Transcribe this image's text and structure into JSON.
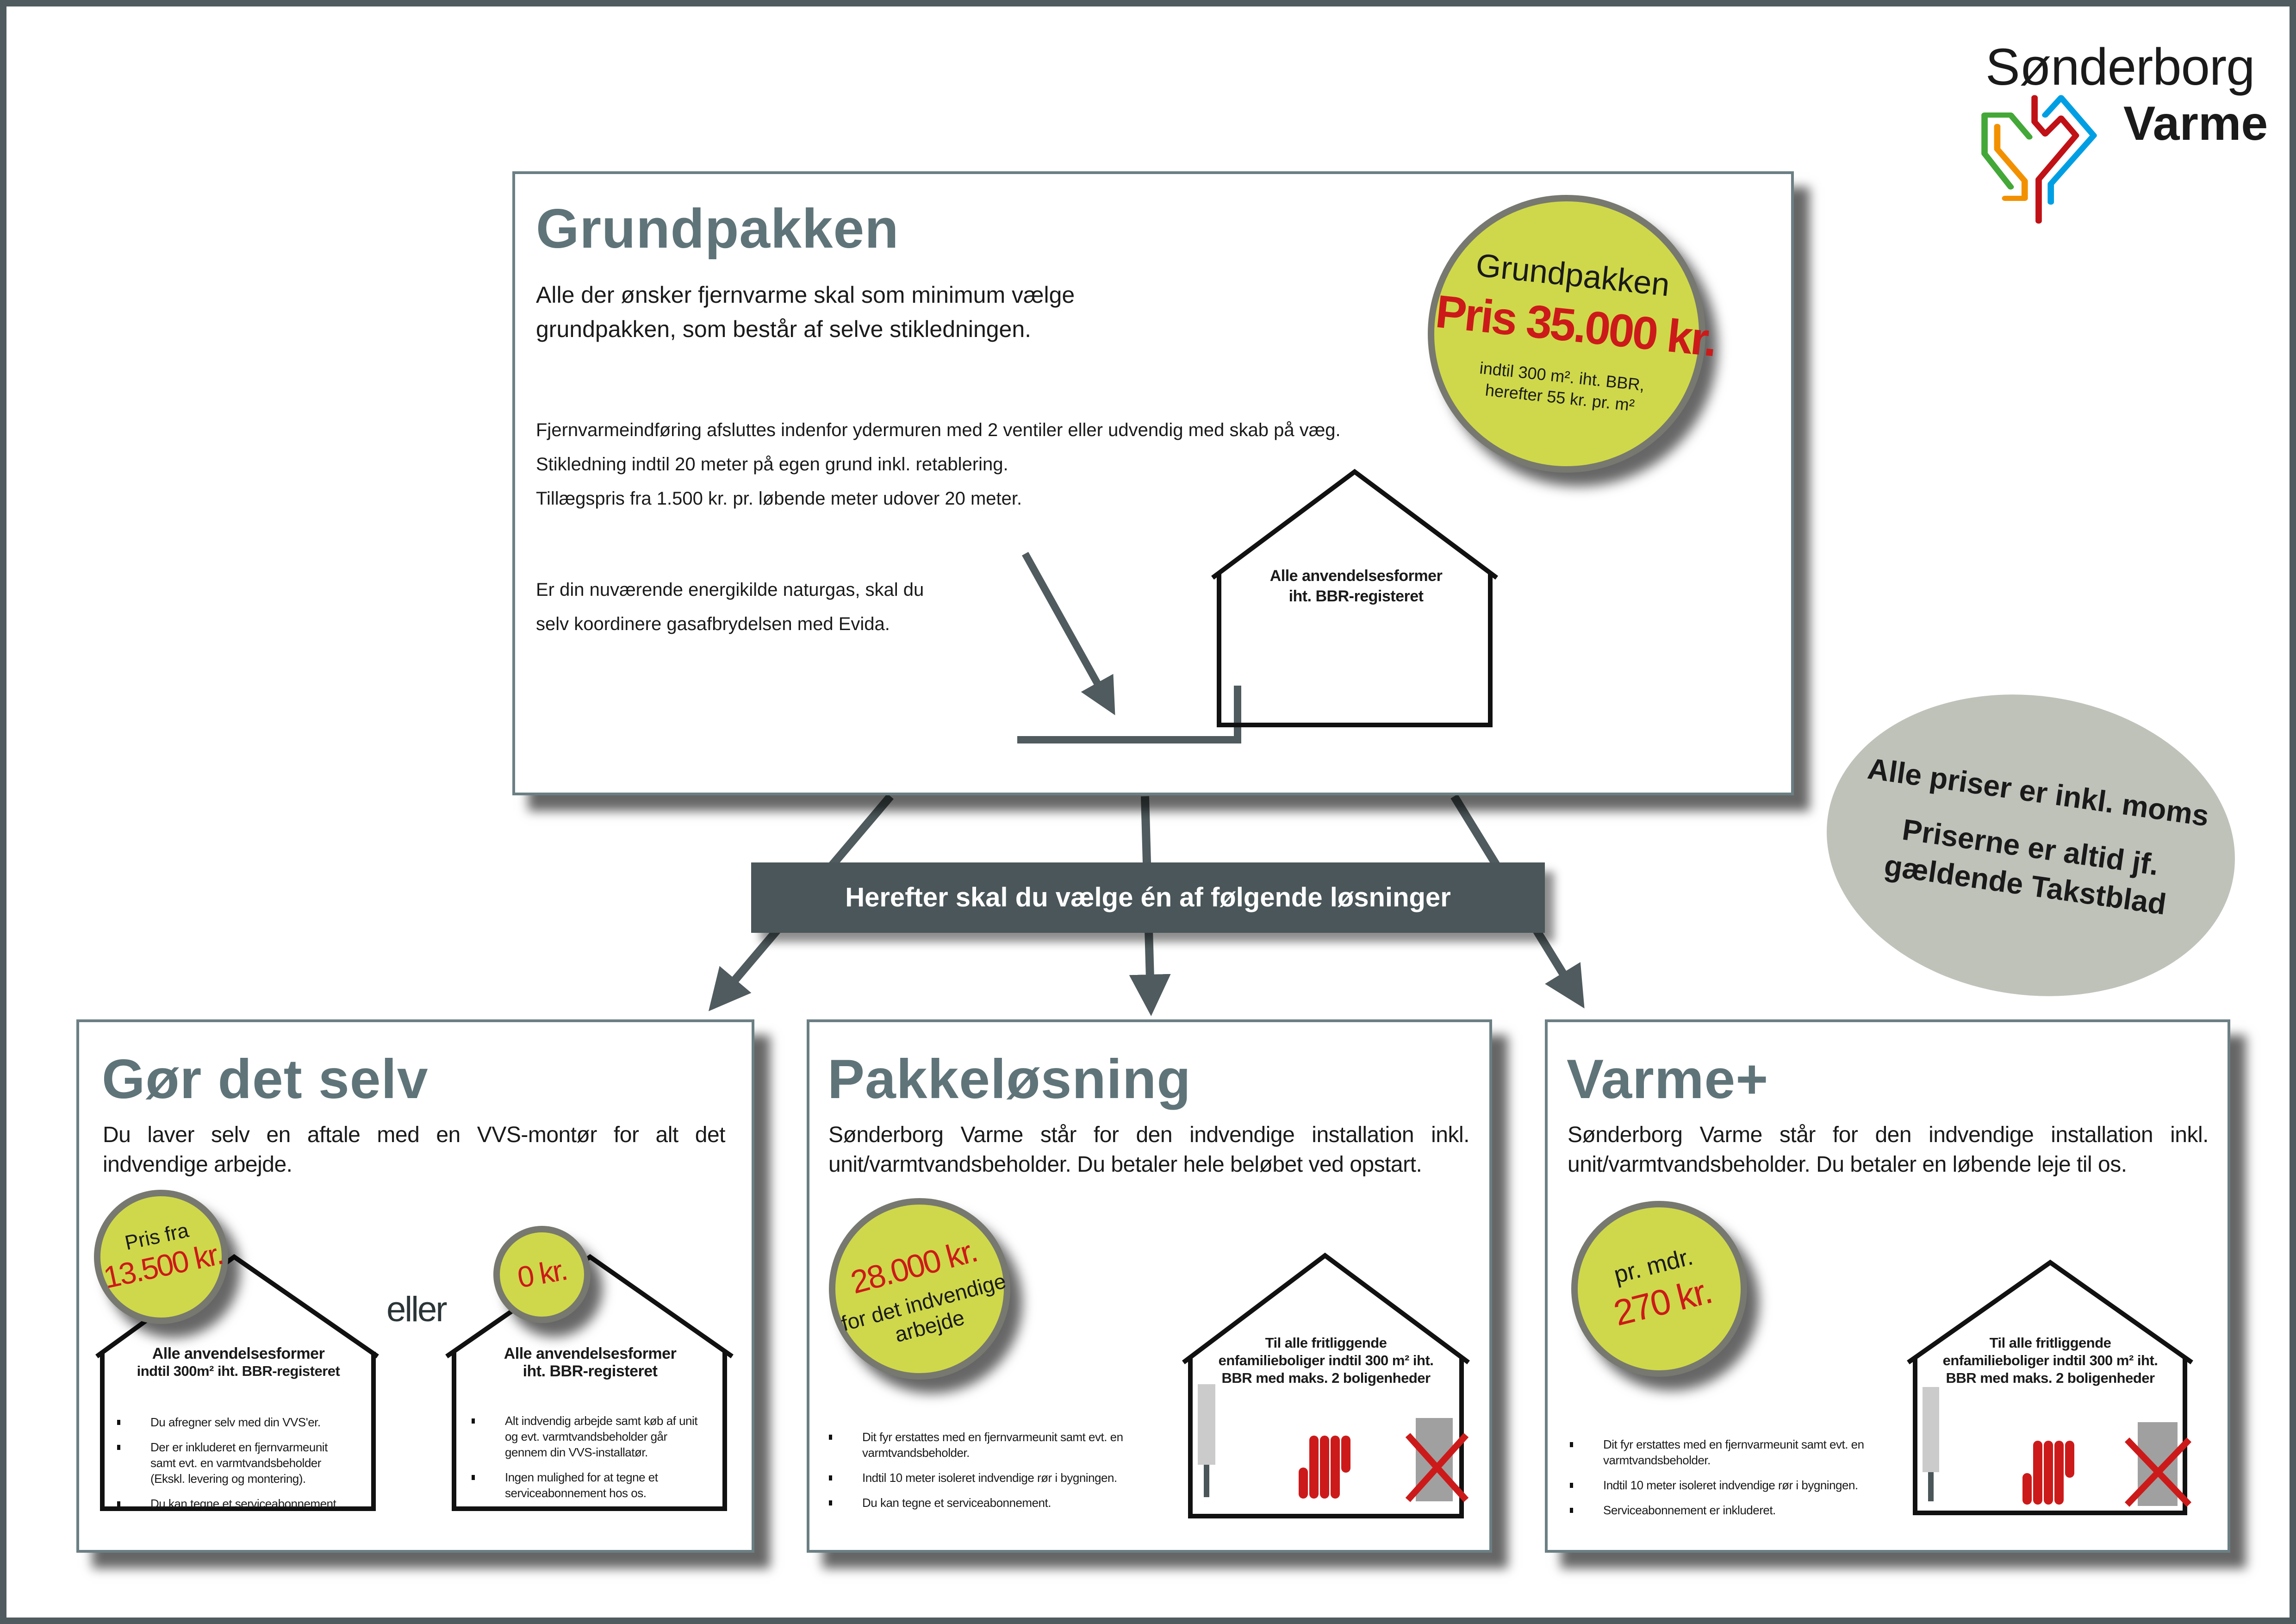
{
  "logo": {
    "line1": "Sønderborg",
    "line2": "Varme"
  },
  "grundpakken": {
    "title": "Grundpakken",
    "intro": "Alle der ønsker fjernvarme skal som minimum vælge grundpakken, som består af selve stikledningen.",
    "details": [
      "Fjernvarmeindføring afsluttes indenfor ydermuren med 2 ventiler eller udvendig med skab på væg.",
      "Stikledning indtil 20 meter på egen grund inkl. retablering.",
      "Tillægspris fra 1.500 kr. pr. løbende meter udover 20 meter."
    ],
    "naturgas": [
      "Er din nuværende energikilde naturgas, skal du",
      "selv koordinere gasafbrydelsen med Evida."
    ],
    "house_label": [
      "Alle anvendelsesformer",
      "iht. BBR-registeret"
    ],
    "badge": {
      "title": "Grundpakken",
      "price": "Pris 35.000 kr.",
      "note": [
        "indtil 300 m². iht. BBR,",
        "herefter 55 kr. pr. m²"
      ]
    }
  },
  "price_note": {
    "lines": [
      "Alle priser er inkl. moms",
      "Priserne er altid jf.",
      "gældende Takstblad"
    ]
  },
  "banner": "Herefter skal du vælge én af følgende løsninger",
  "options": [
    {
      "title": "Gør det selv",
      "description": "Du laver selv en aftale med en VVS-montør for alt det indvendige arbejde.",
      "or_label": "eller",
      "variant_a": {
        "badge": [
          "Pris fra",
          "13.500 kr."
        ],
        "house_label": [
          "Alle anvendelsesformer",
          "indtil 300m² iht. BBR-registeret"
        ],
        "bullets": [
          "Du afregner selv med din VVS'er.",
          "Der er inkluderet en fjernvarmeunit samt evt. en varmtvandsbeholder (Ekskl. levering og montering).",
          "Du kan tegne et serviceabonnement."
        ]
      },
      "variant_b": {
        "badge": [
          "0 kr."
        ],
        "house_label": [
          "Alle anvendelsesformer",
          "iht. BBR-registeret"
        ],
        "bullets": [
          "Alt indvendig arbejde samt køb af unit og evt. varmtvandsbeholder går gennem din VVS-installatør.",
          "Ingen mulighed for at tegne et serviceabonnement hos os."
        ]
      }
    },
    {
      "title": "Pakkeløsning",
      "description": "Sønderborg Varme står for den indvendige installation inkl. unit/varmtvandsbeholder. Du betaler hele beløbet ved opstart.",
      "badge": [
        "28.000 kr.",
        "for det indvendige",
        "arbejde"
      ],
      "house_label": [
        "Til alle fritliggende",
        "enfamilieboliger indtil 300 m² iht.",
        "BBR med maks. 2 boligenheder"
      ],
      "bullets": [
        "Dit fyr erstattes med en fjernvarmeunit samt evt. en varmtvandsbeholder.",
        "Indtil 10 meter isoleret indvendige rør i bygningen.",
        "Du kan tegne et serviceabonnement."
      ]
    },
    {
      "title": "Varme+",
      "description": "Sønderborg Varme står for den indvendige installation inkl. unit/varmtvandsbeholder. Du betaler en løbende leje til os.",
      "badge": [
        "pr. mdr.",
        "270 kr."
      ],
      "house_label": [
        "Til alle fritliggende",
        "enfamilieboliger indtil 300 m² iht.",
        "BBR med maks. 2 boligenheder"
      ],
      "bullets": [
        "Dit fyr erstattes med en fjernvarmeunit samt evt. en varmtvandsbeholder.",
        "Indtil 10 meter isoleret indvendige rør i bygningen.",
        "Serviceabonnement er inkluderet."
      ]
    }
  ],
  "colors": {
    "frame": "#4f5b5e",
    "title": "#5f7479",
    "badge": "#cfd84a",
    "price": "#cc1a1a",
    "banner": "#4a5659",
    "note_bg": "#bfc2b9"
  }
}
